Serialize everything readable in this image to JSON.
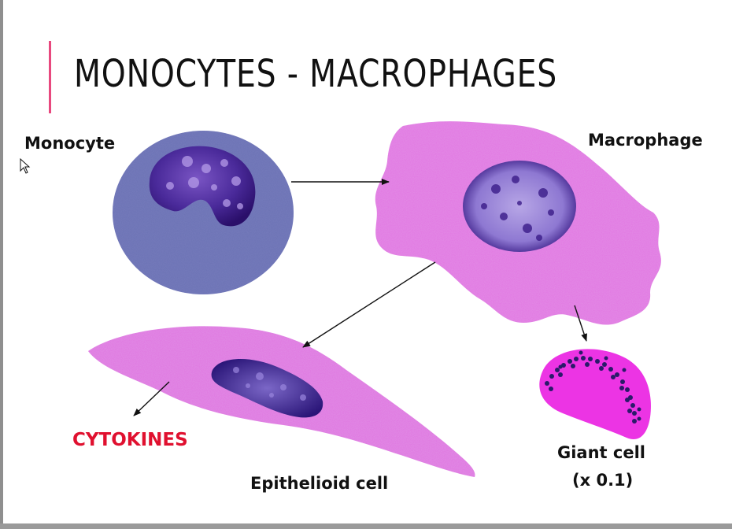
{
  "slide": {
    "title": "MONOCYTES - MACROPHAGES"
  },
  "labels": {
    "monocyte": "Monocyte",
    "macrophage": "Macrophage",
    "cytokines": "CYTOKINES",
    "epithelioid": "Epithelioid cell",
    "giant_cell": "Giant cell",
    "giant_cell_scale": "(x 0.1)"
  },
  "colors": {
    "accent": "#e8487e",
    "cytokines_text": "#e0102f",
    "monocyte_cytoplasm": "#6a6fb0",
    "cell_pink": "#e57be6",
    "giant_cell_pink": "#ea2ee0",
    "nucleus_dark": "#2d1270"
  },
  "icons": {
    "pointer": "mouse-pointer-icon"
  }
}
